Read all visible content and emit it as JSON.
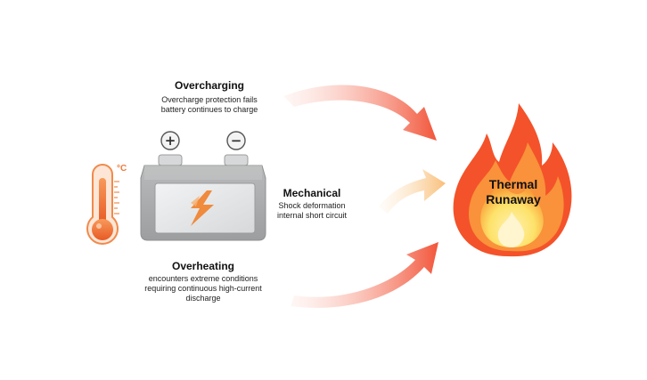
{
  "diagram": {
    "overcharging": {
      "title": "Overcharging",
      "desc_line1": "Overcharge protection fails",
      "desc_line2": "battery continues to charge"
    },
    "mechanical": {
      "title": "Mechanical",
      "desc_line1": "Shock deformation",
      "desc_line2": "internal short circuit"
    },
    "overheating": {
      "title": "Overheating",
      "desc_line1": "encounters extreme conditions",
      "desc_line2": "requiring continuous high-current",
      "desc_line3": "discharge"
    },
    "result": {
      "line1": "Thermal",
      "line2": "Runaway"
    },
    "thermometer": {
      "unit": "°C"
    },
    "battery": {
      "plus": "+",
      "minus": "−"
    },
    "colors": {
      "arrow": "#f25a3c",
      "arrow_light": "#f9c27f",
      "flame_outer": "#f4522a",
      "flame_mid": "#f9923a",
      "flame_inner": "#fde26a",
      "thermometer": "#f27a3a",
      "battery_body": "#a9aaab",
      "battery_logo": "#f08a3c"
    }
  }
}
